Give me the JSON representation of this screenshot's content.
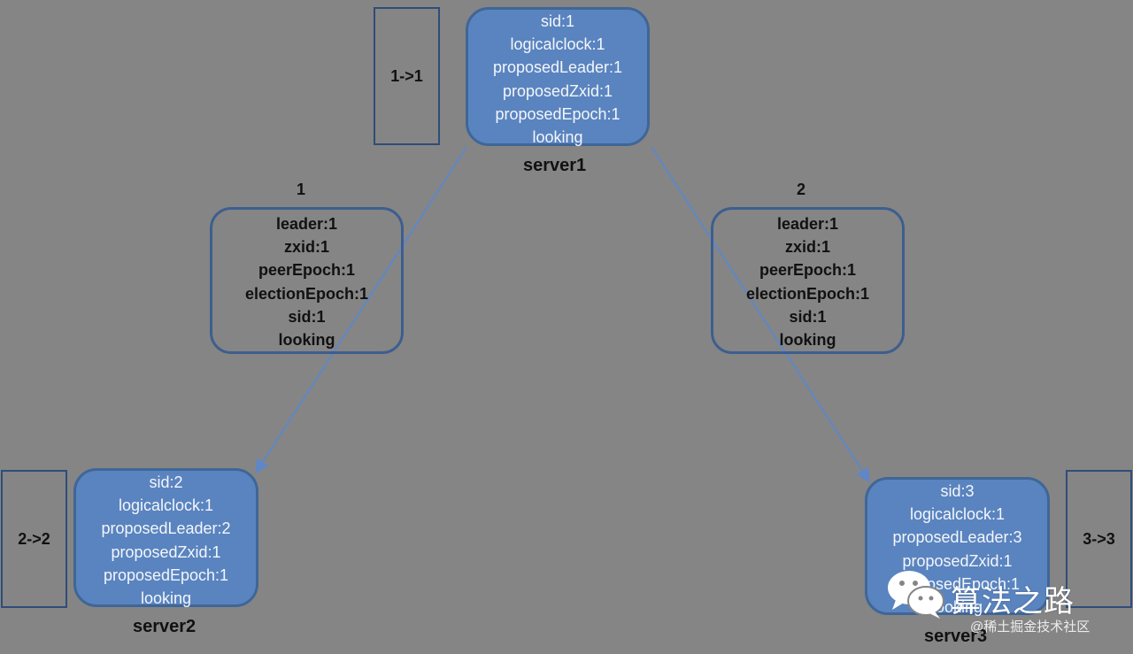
{
  "diagram": {
    "server1": {
      "fields": [
        "sid:1",
        "logicalclock:1",
        "proposedLeader:1",
        "proposedZxid:1",
        "proposedEpoch:1",
        "looking"
      ],
      "label": "server1",
      "counter": "1->1"
    },
    "server2": {
      "fields": [
        "sid:2",
        "logicalclock:1",
        "proposedLeader:2",
        "proposedZxid:1",
        "proposedEpoch:1",
        "looking"
      ],
      "label": "server2",
      "counter": "2->2"
    },
    "server3": {
      "fields": [
        "sid:3",
        "logicalclock:1",
        "proposedLeader:3",
        "proposedZxid:1",
        "proposedEpoch:1",
        "looking"
      ],
      "label": "server3",
      "counter": "3->3"
    },
    "vote_left": {
      "number": "1",
      "fields": [
        "leader:1",
        "zxid:1",
        "peerEpoch:1",
        "electionEpoch:1",
        "sid:1",
        "looking"
      ]
    },
    "vote_right": {
      "number": "2",
      "fields": [
        "leader:1",
        "zxid:1",
        "peerEpoch:1",
        "electionEpoch:1",
        "sid:1",
        "looking"
      ]
    }
  },
  "watermark": {
    "title": "算法之路",
    "community": "@稀土掘金技术社区"
  },
  "colors": {
    "background": "#858585",
    "server_fill": "#5a84bf",
    "server_border": "#3f6697",
    "arrow": "#5f87c6"
  },
  "icons": {
    "wechat": "wechat-icon"
  }
}
